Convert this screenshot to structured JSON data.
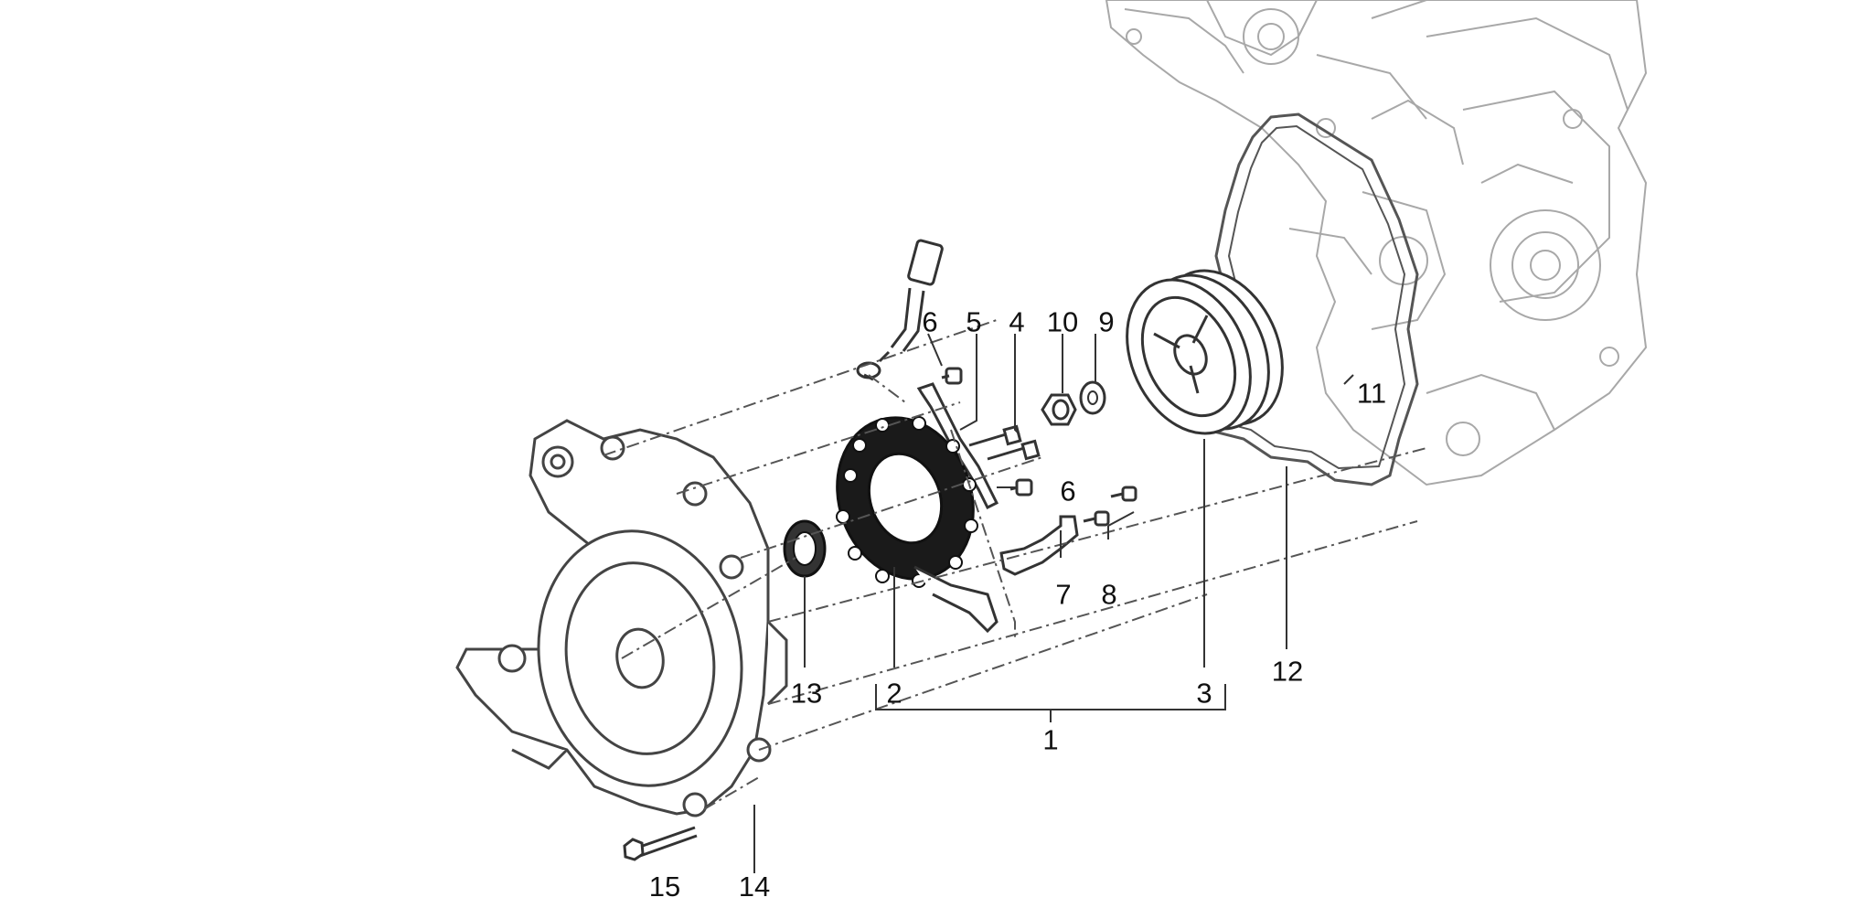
{
  "diagram": {
    "callouts": [
      {
        "id": "c1",
        "label": "1"
      },
      {
        "id": "c2",
        "label": "2"
      },
      {
        "id": "c3",
        "label": "3"
      },
      {
        "id": "c4",
        "label": "4"
      },
      {
        "id": "c5",
        "label": "5"
      },
      {
        "id": "c6a",
        "label": "6"
      },
      {
        "id": "c6b",
        "label": "6"
      },
      {
        "id": "c7",
        "label": "7"
      },
      {
        "id": "c8",
        "label": "8"
      },
      {
        "id": "c9",
        "label": "9"
      },
      {
        "id": "c10",
        "label": "10"
      },
      {
        "id": "c11",
        "label": "11"
      },
      {
        "id": "c12",
        "label": "12"
      },
      {
        "id": "c13",
        "label": "13"
      },
      {
        "id": "c14",
        "label": "14"
      },
      {
        "id": "c15",
        "label": "15"
      }
    ],
    "colors": {
      "line": "#333333",
      "light": "#9a9a9a",
      "stator": "#1a1a1a",
      "bg": "#ffffff"
    }
  }
}
